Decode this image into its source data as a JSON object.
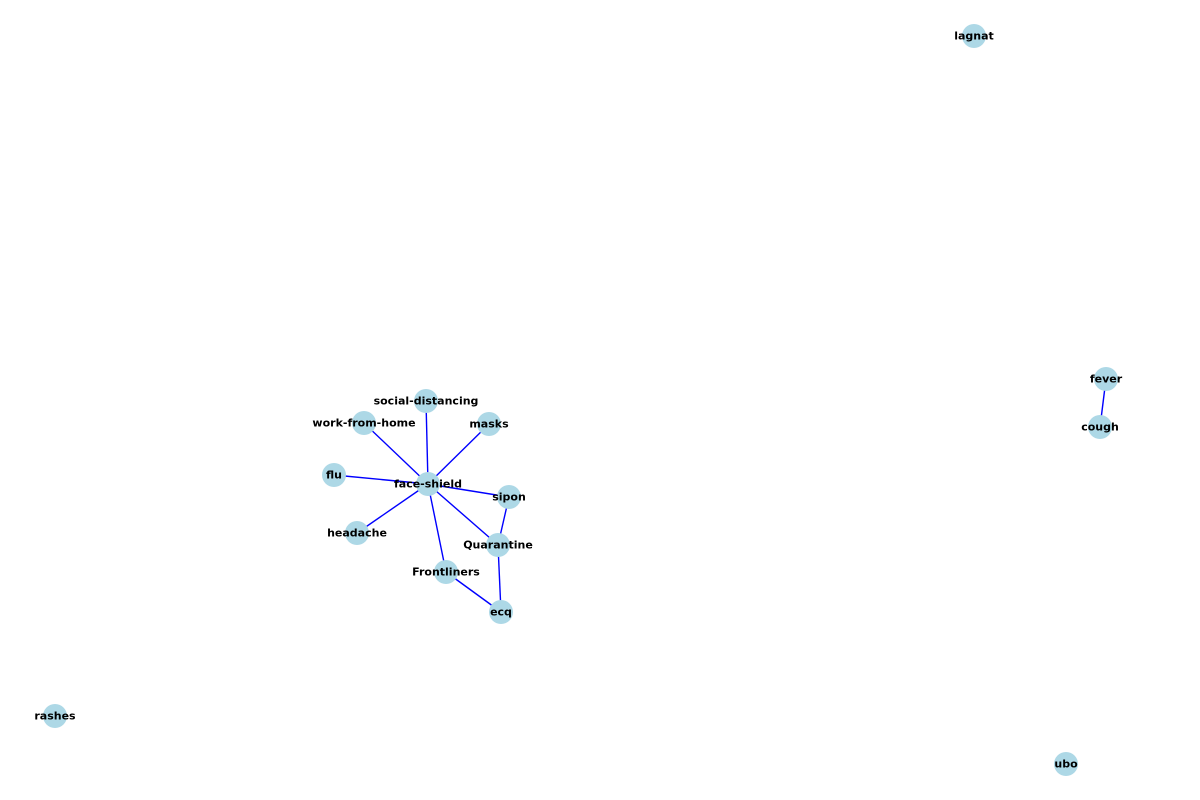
{
  "graph": {
    "node_color": "#add8e6",
    "edge_color": "#0000ff",
    "label_color": "#000000",
    "nodes": [
      {
        "id": "lagnat",
        "label": "lagnat"
      },
      {
        "id": "fever",
        "label": "fever"
      },
      {
        "id": "cough",
        "label": "cough"
      },
      {
        "id": "social-distancing",
        "label": "social-distancing"
      },
      {
        "id": "work-from-home",
        "label": "work-from-home"
      },
      {
        "id": "masks",
        "label": "masks"
      },
      {
        "id": "flu",
        "label": "flu"
      },
      {
        "id": "face-shield",
        "label": "face-shield"
      },
      {
        "id": "sipon",
        "label": "sipon"
      },
      {
        "id": "headache",
        "label": "headache"
      },
      {
        "id": "Quarantine",
        "label": "Quarantine"
      },
      {
        "id": "Frontliners",
        "label": "Frontliners"
      },
      {
        "id": "ecq",
        "label": "ecq"
      },
      {
        "id": "rashes",
        "label": "rashes"
      },
      {
        "id": "ubo",
        "label": "ubo"
      }
    ],
    "edges": [
      [
        "face-shield",
        "social-distancing"
      ],
      [
        "face-shield",
        "work-from-home"
      ],
      [
        "face-shield",
        "masks"
      ],
      [
        "face-shield",
        "flu"
      ],
      [
        "face-shield",
        "sipon"
      ],
      [
        "face-shield",
        "headache"
      ],
      [
        "face-shield",
        "Quarantine"
      ],
      [
        "face-shield",
        "Frontliners"
      ],
      [
        "sipon",
        "Quarantine"
      ],
      [
        "Quarantine",
        "ecq"
      ],
      [
        "Frontliners",
        "ecq"
      ],
      [
        "fever",
        "cough"
      ]
    ]
  }
}
